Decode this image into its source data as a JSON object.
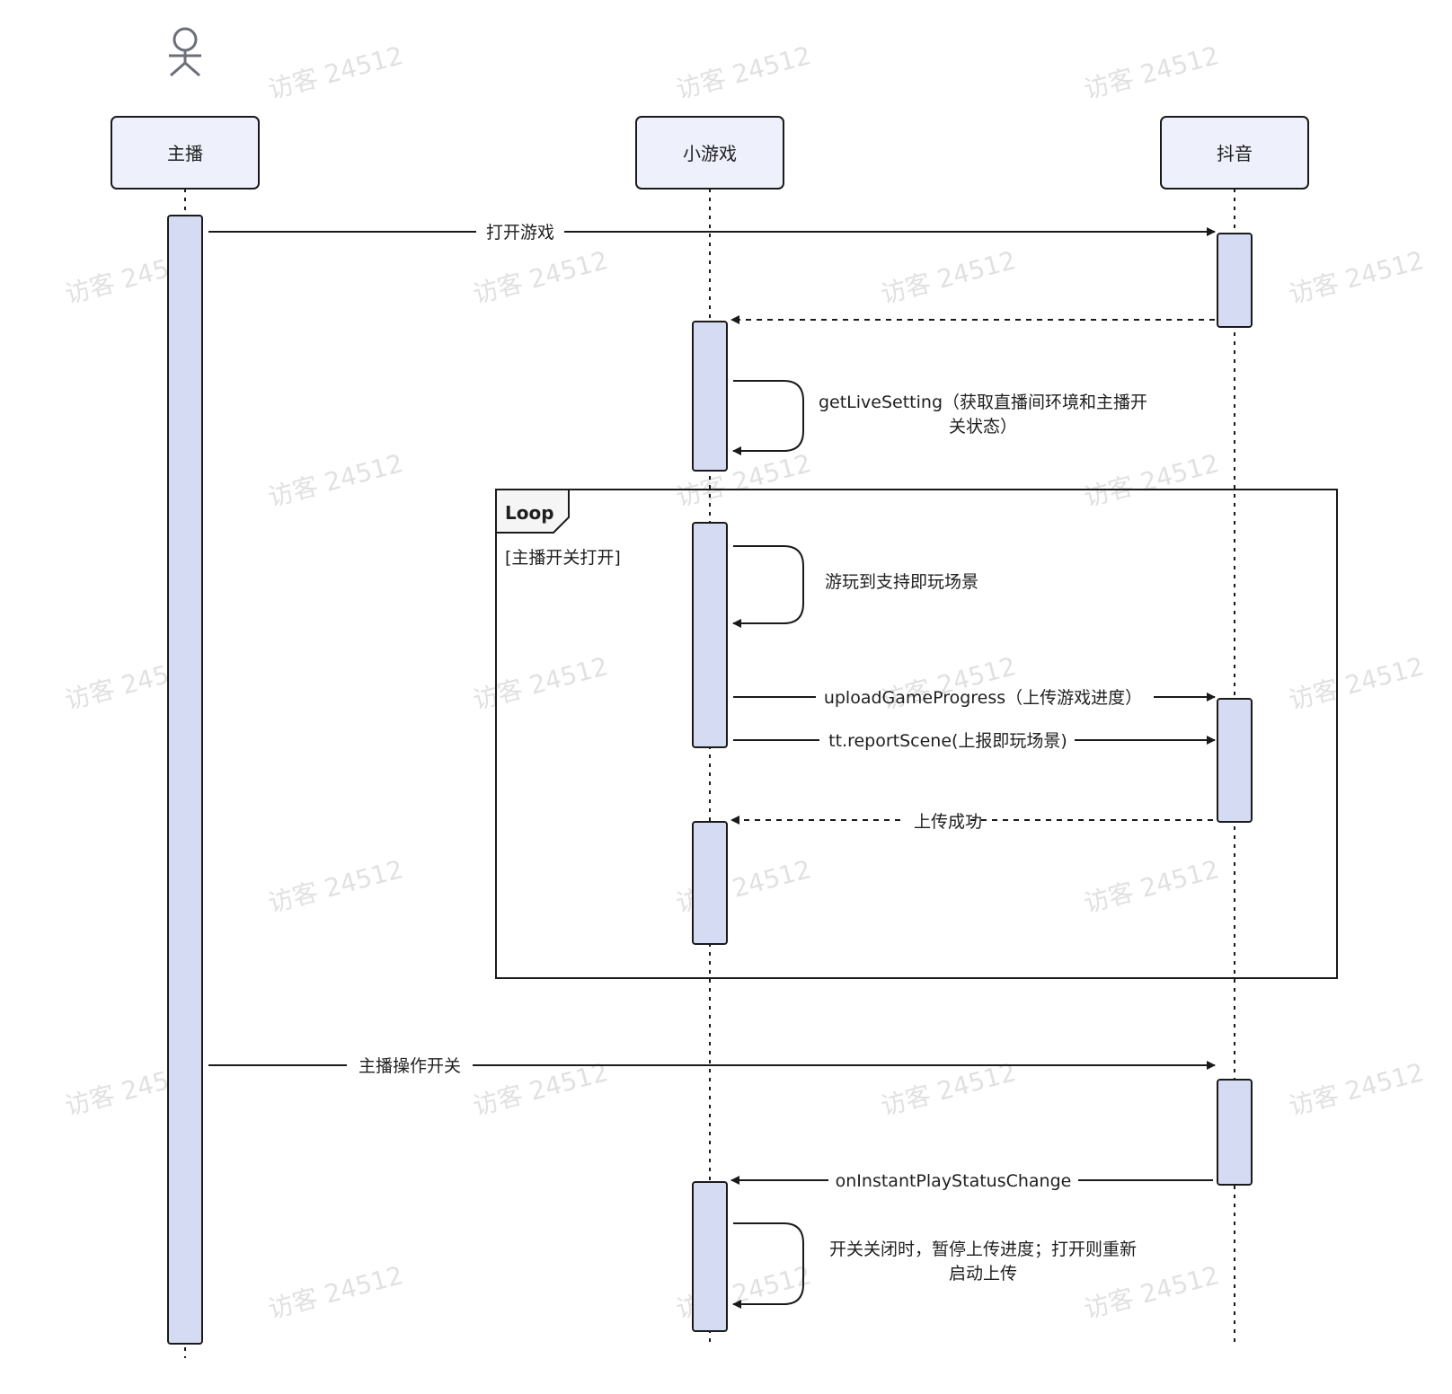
{
  "participants": {
    "host": "主播",
    "game": "小游戏",
    "douyin": "抖音"
  },
  "messages": {
    "open_game": "打开游戏",
    "get_live_setting_line1": "getLiveSetting（获取直播间环境和主播开",
    "get_live_setting_line2": "关状态）",
    "play_to_scene": "游玩到支持即玩场景",
    "upload_progress": "uploadGameProgress（上传游戏进度）",
    "report_scene": "tt.reportScene(上报即玩场景)",
    "upload_success": "上传成功",
    "host_toggle": "主播操作开关",
    "status_change": "onInstantPlayStatusChange",
    "pause_line1": "开关关闭时，暂停上传进度；打开则重新",
    "pause_line2": "启动上传"
  },
  "loop": {
    "title": "Loop",
    "guard": "[主播开关打开]"
  },
  "watermark": "访客 24512",
  "colors": {
    "participant_fill": "#eef1fb",
    "activation_fill": "#d5dbf3",
    "line": "#1a1a1a",
    "actor_icon": "#6b6f78"
  },
  "icons": {
    "actor": "stick-figure-icon"
  }
}
